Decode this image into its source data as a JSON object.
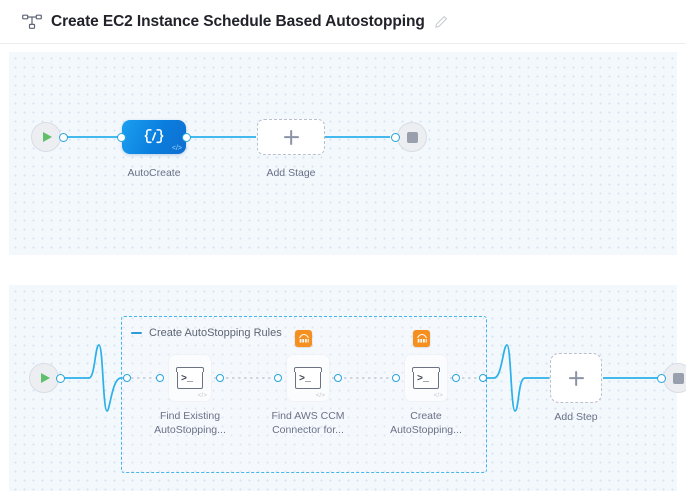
{
  "header": {
    "pipeline_icon": "pipeline-icon",
    "title": "Create EC2 Instance Schedule Based Autostopping",
    "edit_icon": "edit-pencil-icon"
  },
  "colors": {
    "accent_blue": "#24a5e0",
    "stage_blue": "#0a7ede",
    "canvas_bg": "#f3f8fd",
    "grid_dot": "#d7e2ef",
    "start_green": "#5fbf6b",
    "stop_gray": "#9a9fad",
    "group_border": "#45b4ea",
    "connector_orange": "#f59020",
    "label_text": "#6a7185"
  },
  "stage_canvas": {
    "start_node": {
      "name": "start-node",
      "glyph": "play"
    },
    "stage": {
      "label": "AutoCreate",
      "icon": "code-brackets-icon",
      "corner_glyph": "</>"
    },
    "add_stage": {
      "label": "Add Stage",
      "icon": "plus-icon"
    },
    "end_node": {
      "name": "end-node",
      "glyph": "stop"
    }
  },
  "step_canvas": {
    "start_node": {
      "name": "start-node",
      "glyph": "play"
    },
    "group": {
      "title": "Create AutoStopping Rules",
      "collapse_icon": "minus-icon",
      "collapsed": false
    },
    "steps": [
      {
        "label": "Find Existing\nAutoStopping...",
        "icon": "terminal-icon",
        "prompt": ">_",
        "corner_glyph": "</>",
        "badge": null
      },
      {
        "label": "Find AWS CCM\nConnector for...",
        "icon": "terminal-icon",
        "prompt": ">_",
        "corner_glyph": "</>",
        "badge": "aws-connector-icon"
      },
      {
        "label": "Create\nAutoStopping...",
        "icon": "terminal-icon",
        "prompt": ">_",
        "corner_glyph": "</>",
        "badge": "aws-connector-icon"
      }
    ],
    "add_step": {
      "label": "Add Step",
      "icon": "plus-icon"
    },
    "end_node": {
      "name": "end-node",
      "glyph": "stop"
    }
  }
}
